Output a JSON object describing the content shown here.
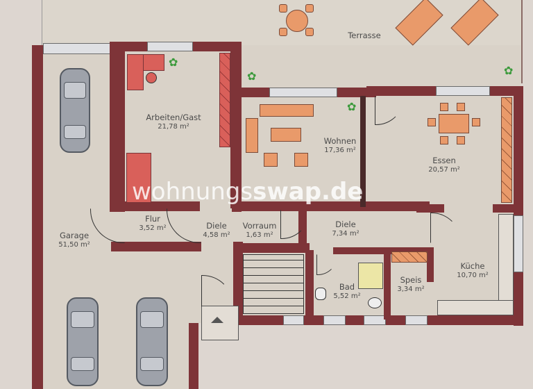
{
  "watermark": {
    "part1": "wohnungs",
    "part2": "swap.de"
  },
  "rooms": [
    {
      "id": "terrasse",
      "name": "Terrasse",
      "area": ""
    },
    {
      "id": "arbeiten",
      "name": "Arbeiten/Gast",
      "area": "21,78 m²"
    },
    {
      "id": "wohnen",
      "name": "Wohnen",
      "area": "17,36 m²"
    },
    {
      "id": "essen",
      "name": "Essen",
      "area": "20,57 m²"
    },
    {
      "id": "flur",
      "name": "Flur",
      "area": "3,52 m²"
    },
    {
      "id": "diele1",
      "name": "Diele",
      "area": "4,58 m²"
    },
    {
      "id": "vorraum",
      "name": "Vorraum",
      "area": "1,63 m²"
    },
    {
      "id": "diele2",
      "name": "Diele",
      "area": "7,34 m²"
    },
    {
      "id": "garage",
      "name": "Garage",
      "area": "51,50 m²"
    },
    {
      "id": "kueche",
      "name": "Küche",
      "area": "10,70 m²"
    },
    {
      "id": "speis",
      "name": "Speis",
      "area": "3,34 m²"
    },
    {
      "id": "bad",
      "name": "Bad",
      "area": "5,52 m²"
    }
  ],
  "colors": {
    "wall": "#7e3438",
    "floor": "#d9d2c8",
    "furniture": "#e99a6a",
    "accent_furniture": "#d9605a",
    "plant": "#3c9a3c"
  }
}
